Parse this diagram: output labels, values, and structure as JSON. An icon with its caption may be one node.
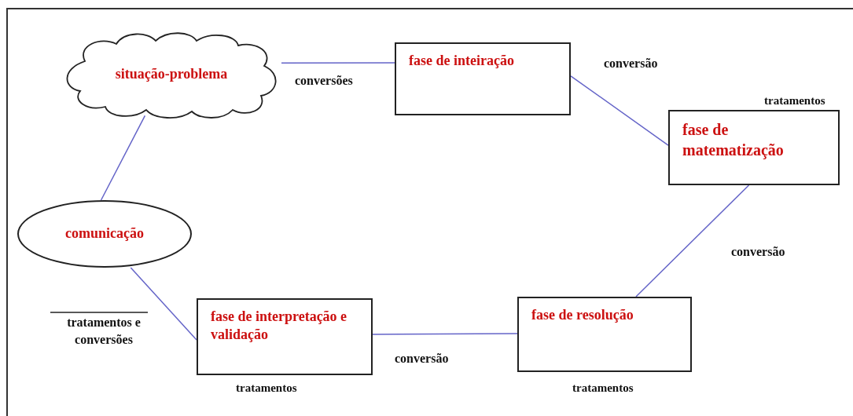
{
  "diagram": {
    "nodes": [
      {
        "text": [
          "situação-problema"
        ]
      },
      {
        "text": [
          "fase de inteiração"
        ]
      },
      {
        "text": [
          "fase de matematização"
        ],
        "beside": [
          "tratamentos"
        ]
      },
      {
        "text": [
          "fase de resolução"
        ],
        "beside": [
          "tratamentos"
        ]
      },
      {
        "text": [
          "fase de interpretação e validação"
        ],
        "beside": [
          "tratamentos"
        ]
      },
      {
        "text": [
          "comunicação"
        ]
      }
    ],
    "edges": [
      {
        "from": 0,
        "to": 1,
        "arrow": "none",
        "label": "conversões"
      },
      {
        "from": 1,
        "to": 2,
        "arrow": "none",
        "label": "conversão"
      },
      {
        "from": 2,
        "to": 3,
        "arrow": "none",
        "label": "conversão"
      },
      {
        "from": 3,
        "to": 4,
        "arrow": "none",
        "label": "conversão"
      },
      {
        "from": 4,
        "to": 5,
        "arrow": "none",
        "label": "tratamentos e conversões"
      },
      {
        "from": 5,
        "to": 0,
        "arrow": "none"
      }
    ]
  }
}
